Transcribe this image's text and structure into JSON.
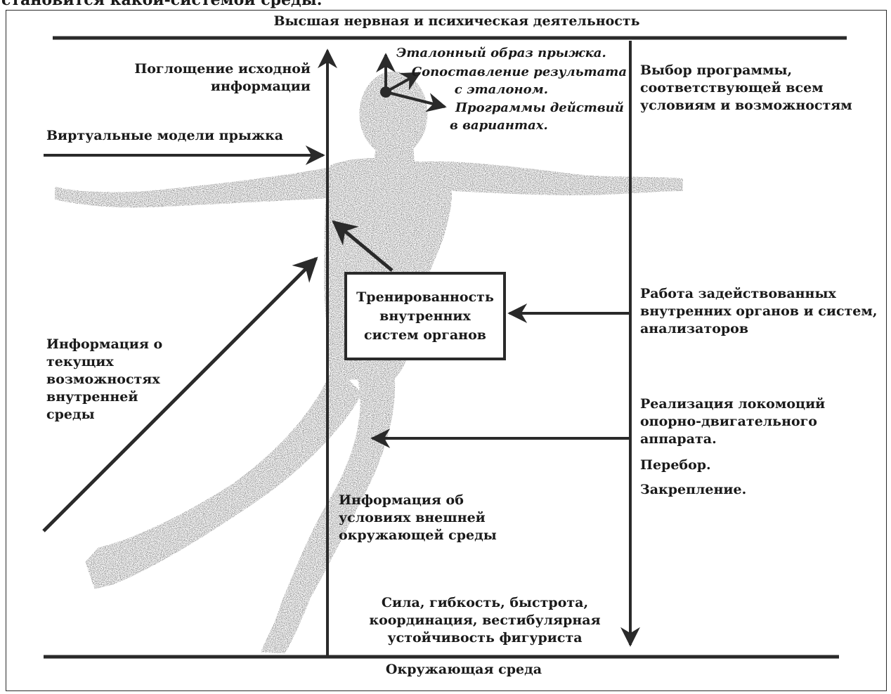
{
  "header_cut_text": "становится какой-системой среды.",
  "top_label": "Высшая нервная и психическая деятельность",
  "bottom_label": "Окружающая среда",
  "left": {
    "absorption": [
      "Поглощение исходной",
      "информации"
    ],
    "virtual_models": "Виртуальные модели прыжка",
    "internal_info": [
      "Информация о",
      "текущих",
      "возможностях",
      "внутренней",
      "среды"
    ]
  },
  "head_annotations": {
    "etalon": "Эталонный образ прыжка.",
    "comparison": [
      "Сопоставление результата",
      "с эталоном."
    ],
    "programs": [
      "Программы действий",
      "в вариантах."
    ]
  },
  "center_box": [
    "Тренированность",
    "внутренних",
    "систем органов"
  ],
  "external_info": [
    "Информация об",
    "условиях внешней",
    "окружающей среды"
  ],
  "qualities": [
    "Сила, гибкость, быстрота,",
    "координация, вестибулярная",
    "устойчивость фигуриста"
  ],
  "right": {
    "program_choice": [
      "Выбор программы,",
      "соответствующей всем",
      "условиям и возможностям"
    ],
    "organs_work": [
      "Работа задействованных",
      "внутренних органов и систем,",
      "анализаторов"
    ],
    "locomotion": [
      "Реализация локомоций",
      "опорно-двигательного",
      "аппарата."
    ],
    "search": "Перебор.",
    "consolidation": "Закрепление."
  },
  "colors": {
    "line": "#2a2a2a",
    "figure_dark": "#3a3a3a",
    "figure_light": "#9a9a9a"
  }
}
